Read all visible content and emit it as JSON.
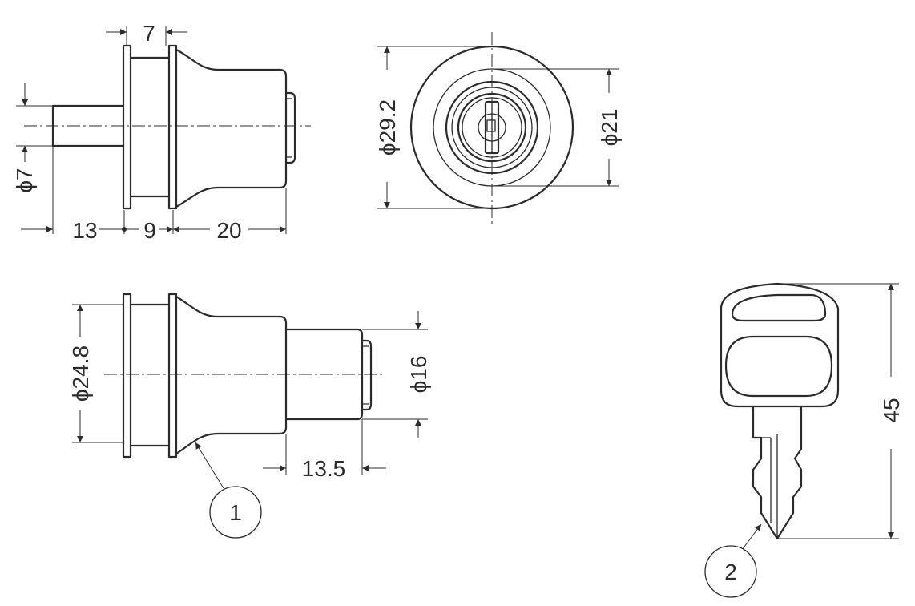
{
  "dimensions": {
    "top_width": "7",
    "pin_diameter": "ϕ7",
    "pin_length": "13",
    "flange_span": "9",
    "body_length": "20",
    "face_outer_diameter": "ϕ29.2",
    "face_inner_diameter": "ϕ21",
    "body_diameter": "ϕ24.8",
    "plunger_diameter": "ϕ16",
    "plunger_stroke": "13.5",
    "key_length": "45"
  },
  "callouts": {
    "lock_body": "1",
    "key": "2"
  }
}
